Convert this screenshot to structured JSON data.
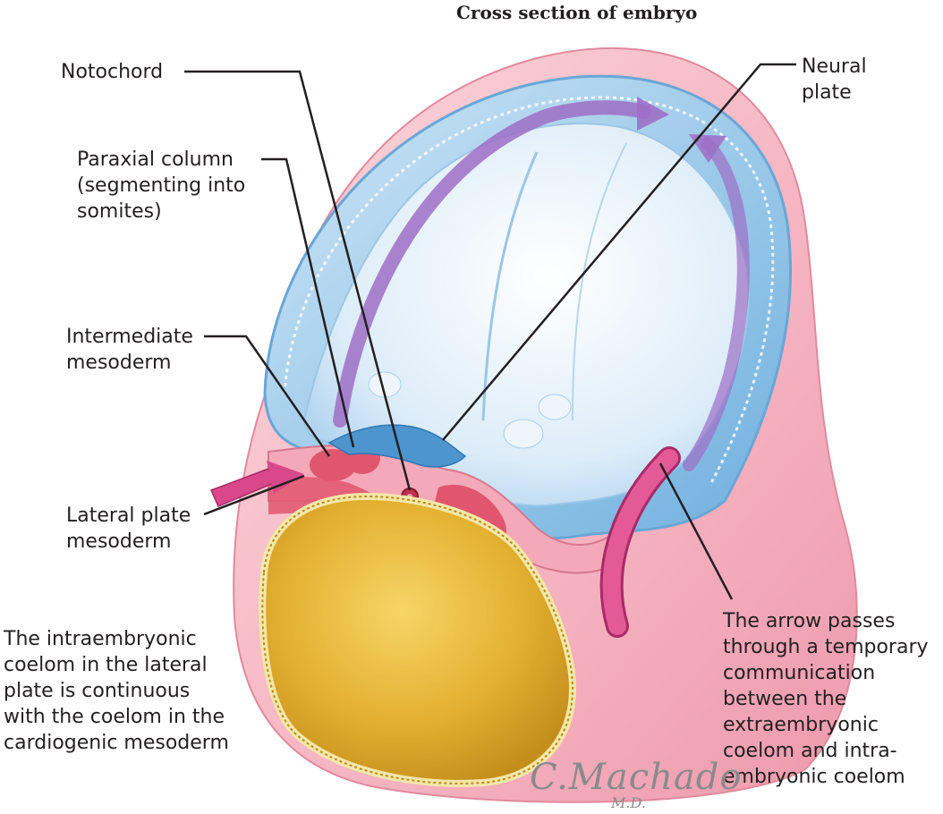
{
  "title": "Cross section of embryo",
  "labels": {
    "notochord": "Notochord",
    "neural_plate": "Neural\nplate",
    "paraxial_column": "Paraxial column\n(segmenting into\nsomites)",
    "intermediate_mesoderm": "Intermediate\nmesoderm",
    "lateral_plate_mesoderm": "Lateral plate\nmesoderm"
  },
  "notes": {
    "coelom_continuity": "The intraembryonic\ncoelom in the lateral\nplate is continuous\nwith the coelom in the\ncardiogenic mesoderm",
    "arrow_passage": "The arrow passes\nthrough a temporary\ncommunication\nbetween the\nextraembryonic\ncoelom and intra-\nembryonic coelom"
  },
  "signature": {
    "name": "C.Machado",
    "suffix": "M.D."
  },
  "colors": {
    "ectoderm_blue": "#8cc3e8",
    "neural_plate_blue": "#d9ecf8",
    "mesoderm_pink": "#f4a9b8",
    "mesoderm_red": "#e0566f",
    "yolk_sac_gold": "#e7b735",
    "arrow_magenta": "#d8488a",
    "arrow_purple": "#9d6fc6"
  }
}
